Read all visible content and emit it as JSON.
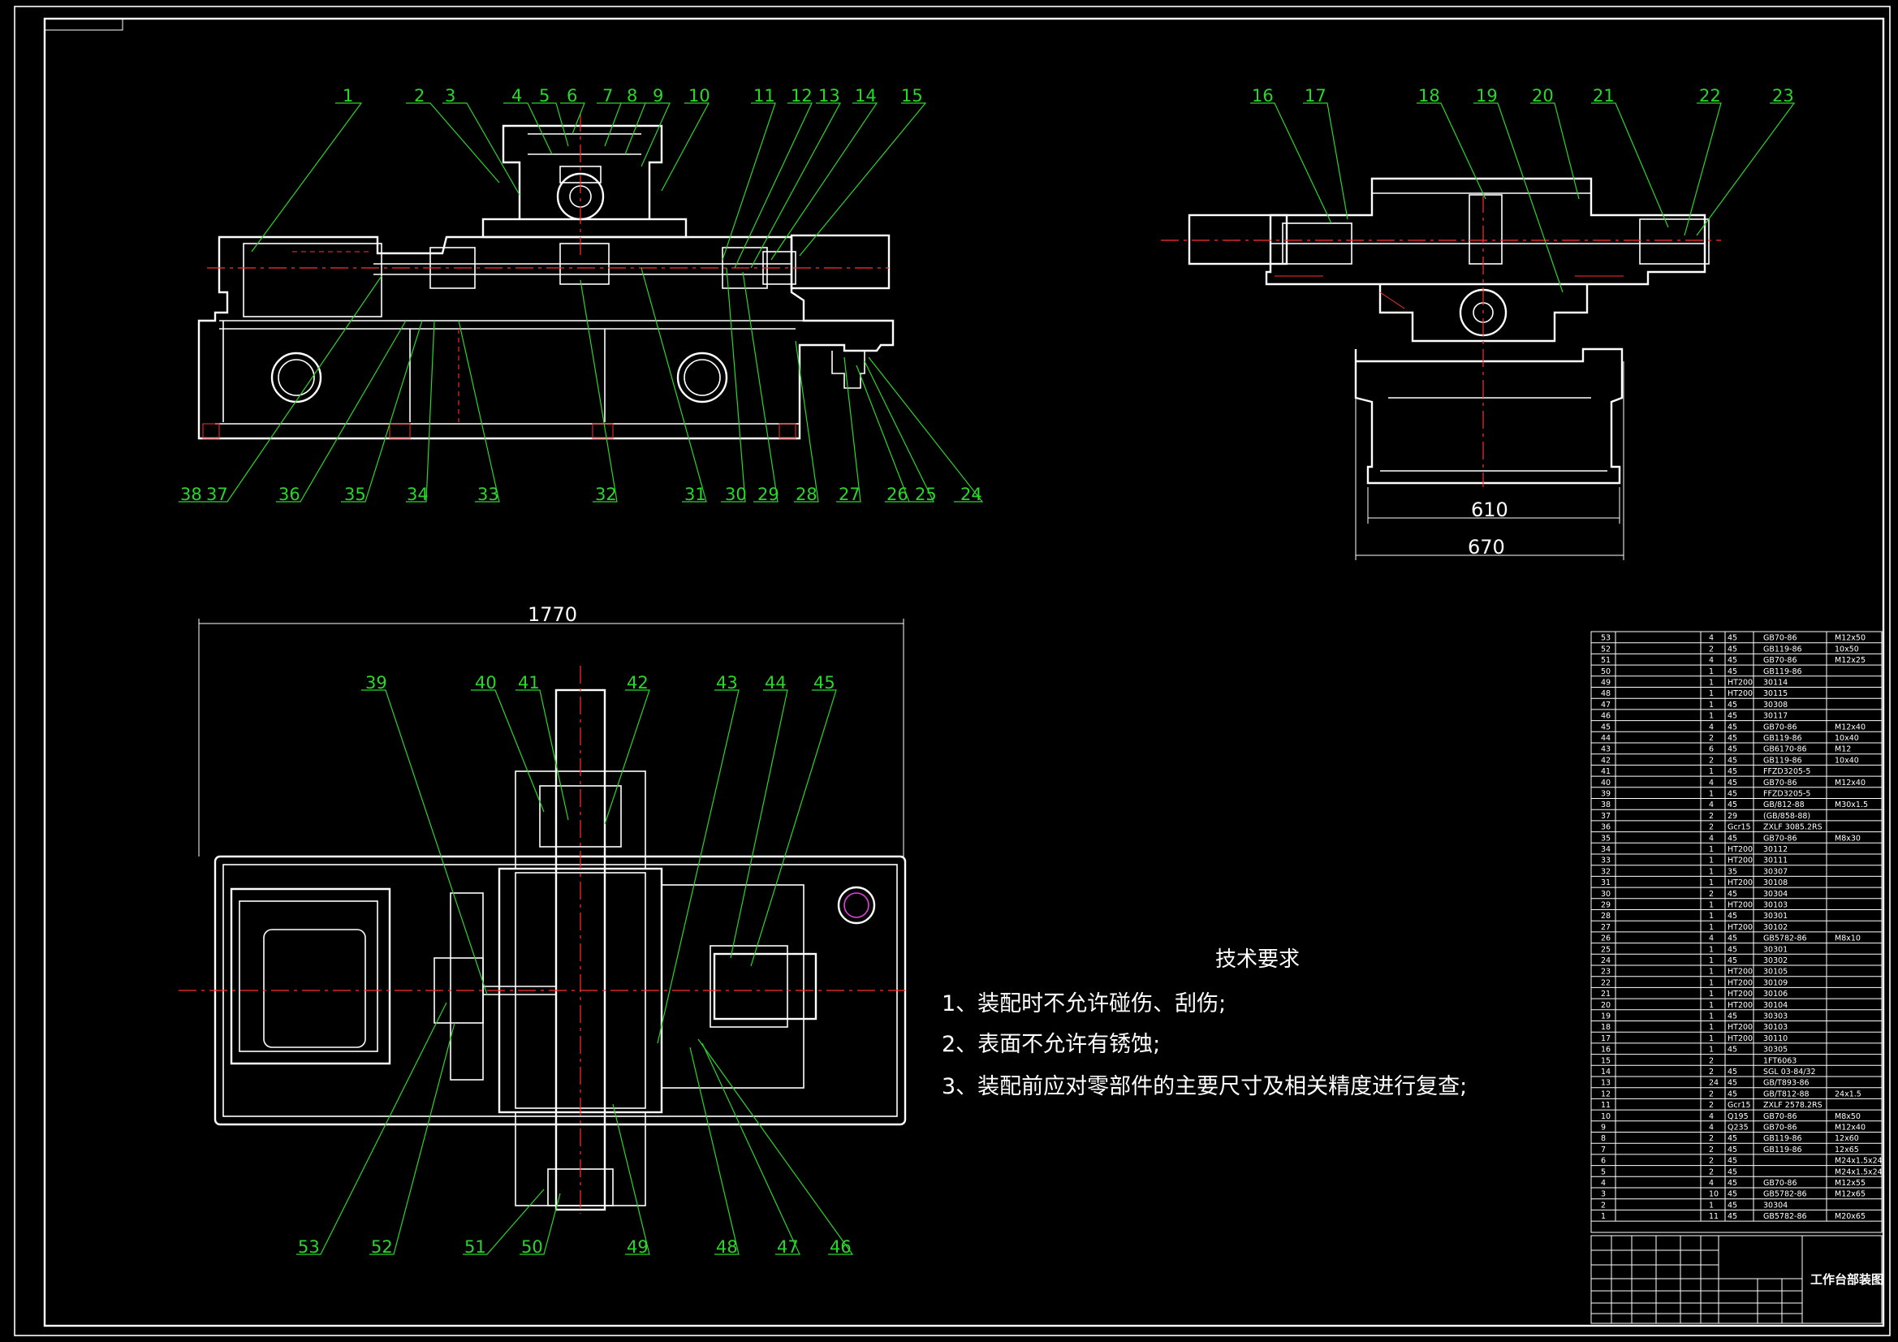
{
  "title_block": {
    "drawing_title": "工作台部装图"
  },
  "tech_requirements": {
    "heading": "技术要求",
    "items": [
      "1、装配时不允许碰伤、刮伤;",
      "2、表面不允许有锈蚀;",
      "3、装配前应对零部件的主要尺寸及相关精度进行复查;"
    ]
  },
  "dimensions": {
    "plan_width": "1770",
    "side_inner": "610",
    "side_outer": "670"
  },
  "balloons": {
    "front_top": [
      "1",
      "2",
      "3",
      "4",
      "5",
      "6",
      "7",
      "8",
      "9",
      "10",
      "11",
      "12",
      "13",
      "14",
      "15"
    ],
    "front_bottom": [
      "38",
      "37",
      "36",
      "35",
      "34",
      "33",
      "32",
      "31",
      "30",
      "29",
      "28",
      "27",
      "26",
      "25",
      "24"
    ],
    "side_top": [
      "16",
      "17",
      "18",
      "19",
      "20",
      "21",
      "22",
      "23"
    ],
    "plan_top": [
      "39",
      "40",
      "41",
      "42",
      "43",
      "44",
      "45"
    ],
    "plan_bottom": [
      "53",
      "52",
      "51",
      "50",
      "49",
      "48",
      "47",
      "46"
    ]
  },
  "bom": [
    {
      "no": "53",
      "qty": "4",
      "mat": "45",
      "std": "GB70-86",
      "spec": "M12x50"
    },
    {
      "no": "52",
      "qty": "2",
      "mat": "45",
      "std": "GB119-86",
      "spec": "10x50"
    },
    {
      "no": "51",
      "qty": "4",
      "mat": "45",
      "std": "GB70-86",
      "spec": "M12x25"
    },
    {
      "no": "50",
      "qty": "1",
      "mat": "45",
      "std": "GB119-86",
      "spec": ""
    },
    {
      "no": "49",
      "qty": "1",
      "mat": "HT200",
      "std": "30114",
      "spec": ""
    },
    {
      "no": "48",
      "qty": "1",
      "mat": "HT200",
      "std": "30115",
      "spec": ""
    },
    {
      "no": "47",
      "qty": "1",
      "mat": "45",
      "std": "30308",
      "spec": ""
    },
    {
      "no": "46",
      "qty": "1",
      "mat": "45",
      "std": "30117",
      "spec": ""
    },
    {
      "no": "45",
      "qty": "4",
      "mat": "45",
      "std": "GB70-86",
      "spec": "M12x40"
    },
    {
      "no": "44",
      "qty": "2",
      "mat": "45",
      "std": "GB119-86",
      "spec": "10x40"
    },
    {
      "no": "43",
      "qty": "6",
      "mat": "45",
      "std": "GB6170-86",
      "spec": "M12"
    },
    {
      "no": "42",
      "qty": "2",
      "mat": "45",
      "std": "GB119-86",
      "spec": "10x40"
    },
    {
      "no": "41",
      "qty": "1",
      "mat": "45",
      "std": "FFZD3205-5",
      "spec": ""
    },
    {
      "no": "40",
      "qty": "4",
      "mat": "45",
      "std": "GB70-86",
      "spec": "M12x40"
    },
    {
      "no": "39",
      "qty": "1",
      "mat": "45",
      "std": "FFZD3205-5",
      "spec": ""
    },
    {
      "no": "38",
      "qty": "4",
      "mat": "45",
      "std": "GB/812-88",
      "spec": "M30x1.5"
    },
    {
      "no": "37",
      "qty": "2",
      "mat": "29",
      "std": "(GB/858-88)",
      "spec": ""
    },
    {
      "no": "36",
      "qty": "2",
      "mat": "Gcr15",
      "std": "ZXLF 3085.2RS",
      "spec": ""
    },
    {
      "no": "35",
      "qty": "4",
      "mat": "45",
      "std": "GB70-86",
      "spec": "M8x30"
    },
    {
      "no": "34",
      "qty": "1",
      "mat": "HT200",
      "std": "30112",
      "spec": ""
    },
    {
      "no": "33",
      "qty": "1",
      "mat": "HT200",
      "std": "30111",
      "spec": ""
    },
    {
      "no": "32",
      "qty": "1",
      "mat": "35",
      "std": "30307",
      "spec": ""
    },
    {
      "no": "31",
      "qty": "1",
      "mat": "HT200",
      "std": "30108",
      "spec": ""
    },
    {
      "no": "30",
      "qty": "2",
      "mat": "45",
      "std": "30304",
      "spec": ""
    },
    {
      "no": "29",
      "qty": "1",
      "mat": "HT200",
      "std": "30103",
      "spec": ""
    },
    {
      "no": "28",
      "qty": "1",
      "mat": "45",
      "std": "30301",
      "spec": ""
    },
    {
      "no": "27",
      "qty": "1",
      "mat": "HT200",
      "std": "30102",
      "spec": ""
    },
    {
      "no": "26",
      "qty": "4",
      "mat": "45",
      "std": "GB5782-86",
      "spec": "M8x10"
    },
    {
      "no": "25",
      "qty": "1",
      "mat": "45",
      "std": "30301",
      "spec": ""
    },
    {
      "no": "24",
      "qty": "1",
      "mat": "45",
      "std": "30302",
      "spec": ""
    },
    {
      "no": "23",
      "qty": "1",
      "mat": "HT200",
      "std": "30105",
      "spec": ""
    },
    {
      "no": "22",
      "qty": "1",
      "mat": "HT200",
      "std": "30109",
      "spec": ""
    },
    {
      "no": "21",
      "qty": "1",
      "mat": "HT200",
      "std": "30106",
      "spec": ""
    },
    {
      "no": "20",
      "qty": "1",
      "mat": "HT200",
      "std": "30104",
      "spec": ""
    },
    {
      "no": "19",
      "qty": "1",
      "mat": "45",
      "std": "30303",
      "spec": ""
    },
    {
      "no": "18",
      "qty": "1",
      "mat": "HT200",
      "std": "30103",
      "spec": ""
    },
    {
      "no": "17",
      "qty": "1",
      "mat": "HT200",
      "std": "30110",
      "spec": ""
    },
    {
      "no": "16",
      "qty": "1",
      "mat": "45",
      "std": "30305",
      "spec": ""
    },
    {
      "no": "15",
      "qty": "2",
      "mat": "",
      "std": "1FT6063",
      "spec": ""
    },
    {
      "no": "14",
      "qty": "2",
      "mat": "45",
      "std": "SGL 03-84/32",
      "spec": ""
    },
    {
      "no": "13",
      "qty": "24",
      "mat": "45",
      "std": "GB/T893-86",
      "spec": ""
    },
    {
      "no": "12",
      "qty": "2",
      "mat": "45",
      "std": "GB/T812-88",
      "spec": "24x1.5"
    },
    {
      "no": "11",
      "qty": "2",
      "mat": "Gcr15",
      "std": "ZXLF 2578.2RS",
      "spec": ""
    },
    {
      "no": "10",
      "qty": "4",
      "mat": "Q195",
      "std": "GB70-86",
      "spec": "M8x50"
    },
    {
      "no": "9",
      "qty": "4",
      "mat": "Q235",
      "std": "GB70-86",
      "spec": "M12x40"
    },
    {
      "no": "8",
      "qty": "2",
      "mat": "45",
      "std": "GB119-86",
      "spec": "12x60"
    },
    {
      "no": "7",
      "qty": "2",
      "mat": "45",
      "std": "GB119-86",
      "spec": "12x65"
    },
    {
      "no": "6",
      "qty": "2",
      "mat": "45",
      "std": "",
      "spec": "M24x1.5x24"
    },
    {
      "no": "5",
      "qty": "2",
      "mat": "45",
      "std": "",
      "spec": "M24x1.5x24"
    },
    {
      "no": "4",
      "qty": "4",
      "mat": "45",
      "std": "GB70-86",
      "spec": "M12x55"
    },
    {
      "no": "3",
      "qty": "10",
      "mat": "45",
      "std": "GB5782-86",
      "spec": "M12x65"
    },
    {
      "no": "2",
      "qty": "1",
      "mat": "45",
      "std": "30304",
      "spec": ""
    },
    {
      "no": "1",
      "qty": "11",
      "mat": "45",
      "std": "GB5782-86",
      "spec": "M20x65"
    }
  ]
}
